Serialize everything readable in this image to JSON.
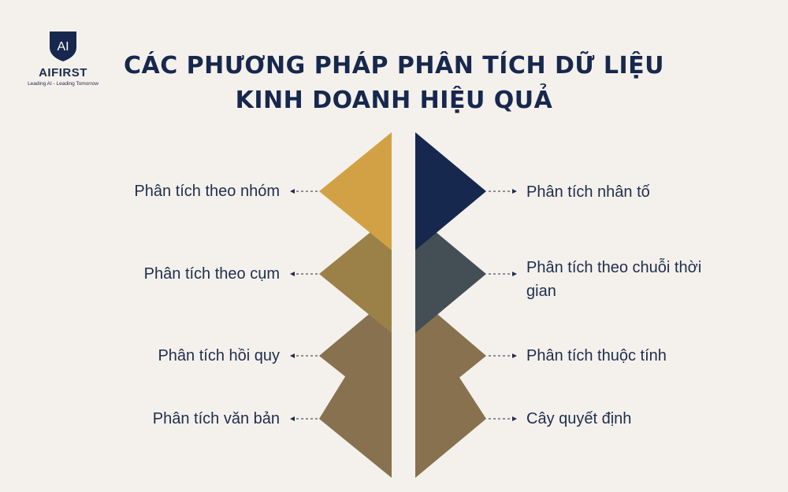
{
  "logo": {
    "mark": "AI",
    "name": "AIFIRST",
    "tagline": "Leading AI - Leading Tomorrow"
  },
  "title": {
    "line1": "CÁC PHƯƠNG PHÁP PHÂN TÍCH DỮ LIỆU",
    "line2": "KINH DOANH HIỆU QUẢ"
  },
  "left_methods": [
    "Phân tích theo nhóm",
    "Phân tích theo cụm",
    "Phân tích hồi quy",
    "Phân tích văn bản"
  ],
  "right_methods": [
    "Phân tích nhân tố",
    "Phân tích theo chuỗi thời gian",
    "Phân tích thuộc tính",
    "Cây quyết định"
  ],
  "colors": {
    "background": "#f4f1ec",
    "navy": "#17284e",
    "slate": "#434f55",
    "gold": "#d3a145",
    "olive": "#9b8048",
    "brown": "#87714f"
  }
}
